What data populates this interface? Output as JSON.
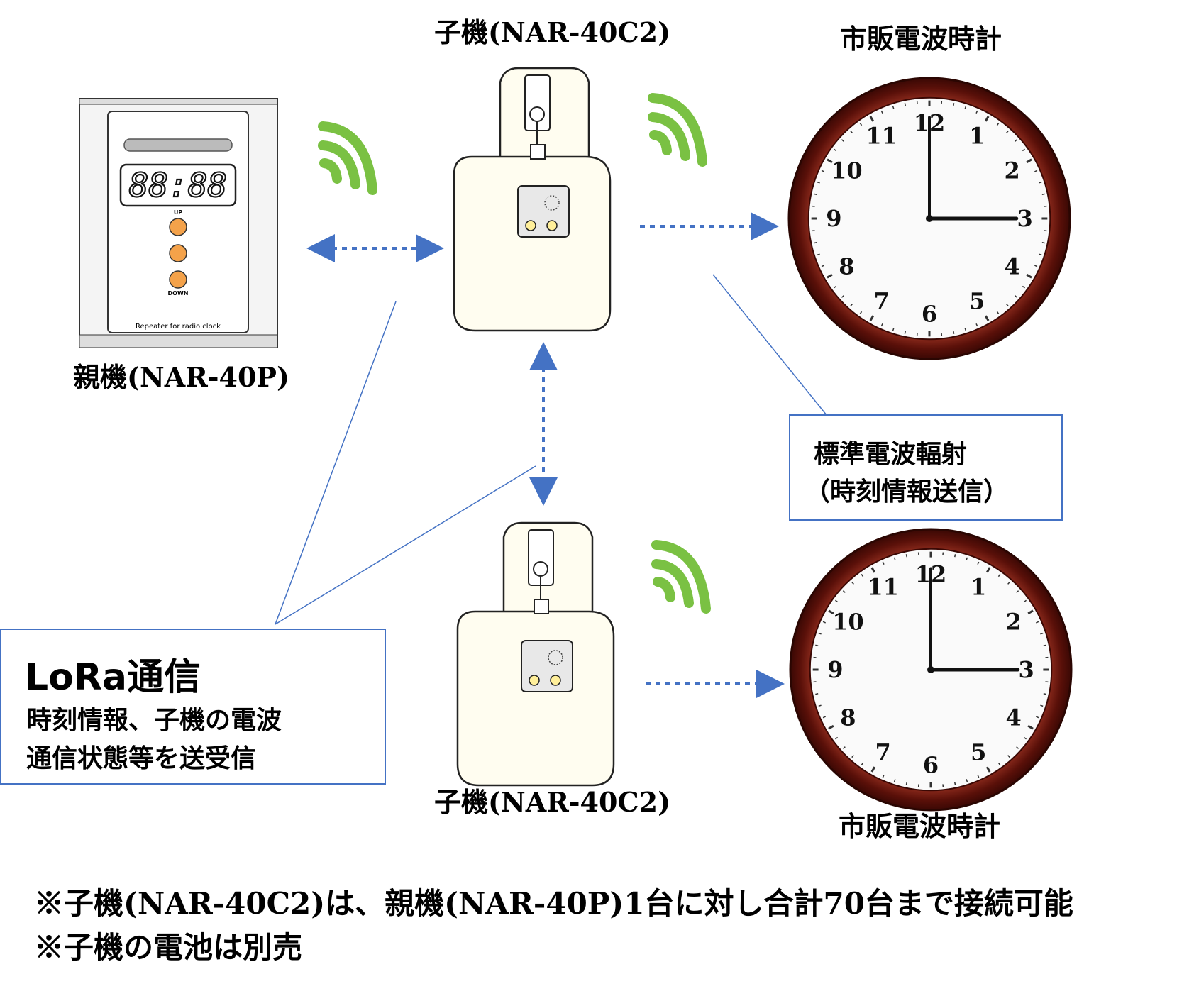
{
  "labels": {
    "child_top": "子機(NAR-40C2)",
    "clock_top": "市販電波時計",
    "parent": "親機(NAR-40P)",
    "child_bottom": "子機(NAR-40C2)",
    "clock_bottom": "市販電波時計"
  },
  "parent_device": {
    "display": "88:88",
    "up_label": "UP",
    "down_label": "DOWN",
    "caption": "Repeater for radio clock"
  },
  "clock_numerals": [
    "12",
    "1",
    "2",
    "3",
    "4",
    "5",
    "6",
    "7",
    "8",
    "9",
    "10",
    "11"
  ],
  "radiation_box": {
    "line1": "標準電波輻射",
    "line2": "（時刻情報送信）"
  },
  "lora_box": {
    "title": "LoRa通信",
    "line1": "時刻情報、子機の電波",
    "line2": "通信状態等を送受信"
  },
  "notes": {
    "note1": "※子機(NAR-40C2)は、親機(NAR-40P)1台に対し合計70台まで接続可能",
    "note2": "※子機の電池は別売"
  },
  "colors": {
    "arrow": "#4472c4",
    "signal": "#7ac143",
    "clock_rim": "#6b1a12",
    "device_body": "#fffdf0",
    "button": "#f4a24a"
  }
}
